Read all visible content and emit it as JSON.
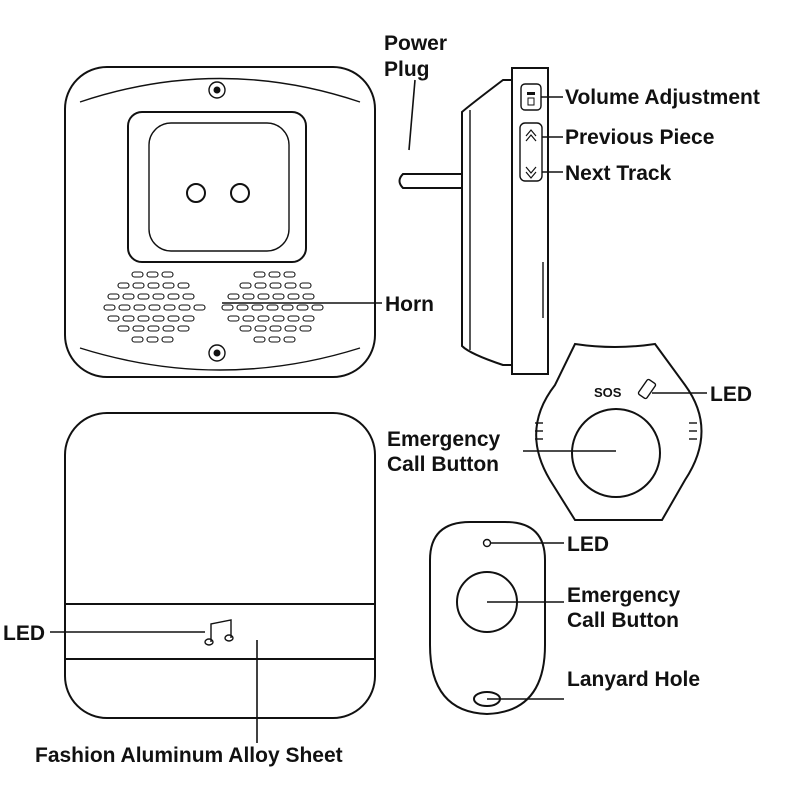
{
  "labels": {
    "power_plug": [
      "Power",
      "Plug"
    ],
    "volume_adjustment": "Volume Adjustment",
    "previous_piece": "Previous Piece",
    "next_track": "Next Track",
    "horn": "Horn",
    "sos_led": "LED",
    "sos_text": "SOS",
    "emergency_call_button_1": [
      "Emergency",
      "Call Button"
    ],
    "receiver_led": "LED",
    "fob_led": "LED",
    "emergency_call_button_2": [
      "Emergency",
      "Call Button"
    ],
    "lanyard_hole": "Lanyard Hole",
    "fashion_sheet": "Fashion Aluminum Alloy Sheet"
  },
  "icons": {
    "receiver_led": "music-note-icon",
    "volume_button": "volume-icon",
    "previous_button": "previous-icon",
    "next_button": "next-icon"
  },
  "colors": {
    "line": "#111111",
    "background": "#ffffff"
  }
}
